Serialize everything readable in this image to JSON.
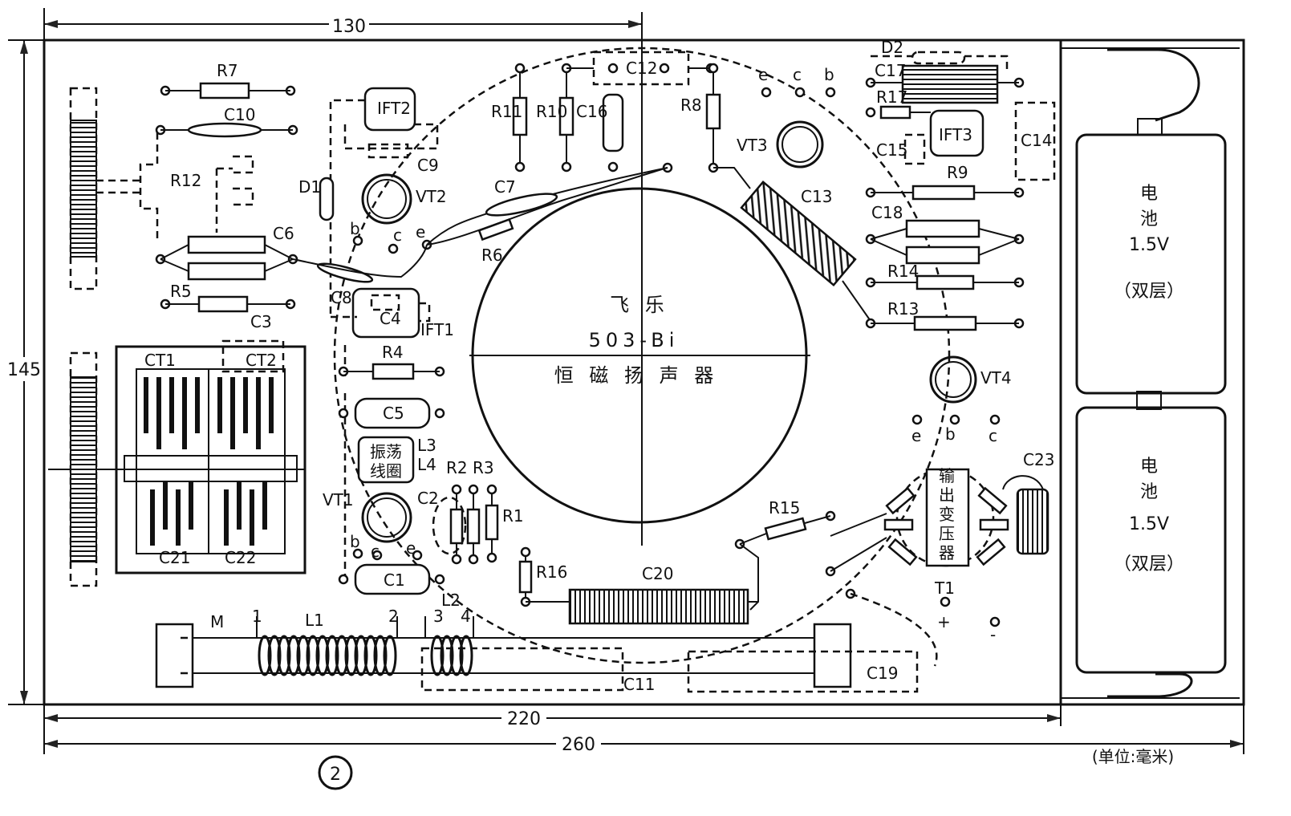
{
  "dimensions": {
    "top": "130",
    "left": "145",
    "inner_bottom": "220",
    "outer_bottom": "260"
  },
  "unit_note": "(单位:毫米)",
  "figure_number": "2",
  "speaker": {
    "brand": "飞 乐",
    "model": "503-Bi",
    "type": "恒 磁 扬 声 器"
  },
  "battery": {
    "top_label_1": "电",
    "top_label_2": "池",
    "top_voltage": "1.5V",
    "top_note": "（双层）",
    "bottom_label_1": "电",
    "bottom_label_2": "池",
    "bottom_voltage": "1.5V",
    "bottom_note": "（双层）"
  },
  "osc_coil": {
    "line1": "振荡",
    "line2": "线圈"
  },
  "output_transformer": {
    "line1": "输",
    "line2": "出",
    "line3": "变",
    "line4": "压",
    "line5": "器"
  },
  "components": {
    "R7": "R7",
    "C10": "C10",
    "R12": "R12",
    "C6": "C6",
    "R5": "R5",
    "C3": "C3",
    "CT1": "CT1",
    "CT2": "CT2",
    "C21": "C21",
    "C22": "C22",
    "IFT2": "IFT2",
    "C9": "C9",
    "D1": "D1",
    "VT2": "VT2",
    "b2": "b",
    "c2": "c",
    "e2": "e",
    "C8": "C8",
    "C4": "C4",
    "IFT1": "IFT1",
    "R4": "R4",
    "C5": "C5",
    "L3": "L3",
    "L4": "L4",
    "VT1": "VT1",
    "b1": "b",
    "c1": "c",
    "e1": "e",
    "C2": "C2",
    "R2R3": "R2 R3",
    "R1": "R1",
    "C1": "C1",
    "R11": "R11",
    "R10": "R10",
    "C16": "C16",
    "C12": "C12",
    "C7": "C7",
    "R6": "R6",
    "R8": "R8",
    "R16": "R16",
    "C20": "C20",
    "e3": "e",
    "c3": "c",
    "b3": "b",
    "VT3": "VT3",
    "C13": "C13",
    "D2": "D2",
    "C17": "C17",
    "R17": "R17",
    "IFT3": "IFT3",
    "C15": "C15",
    "C14": "C14",
    "R9": "R9",
    "C18": "C18",
    "R14": "R14",
    "R13": "R13",
    "VT4": "VT4",
    "e4": "e",
    "b4": "b",
    "c4": "c",
    "R15": "R15",
    "C23": "C23",
    "T1": "T1",
    "plus": "+",
    "minus": "-",
    "M": "M",
    "pin1": "1",
    "L1": "L1",
    "pin2": "2",
    "pin3": "3",
    "pin4": "4",
    "L2": "L2",
    "C11": "C11",
    "C19": "C19"
  }
}
